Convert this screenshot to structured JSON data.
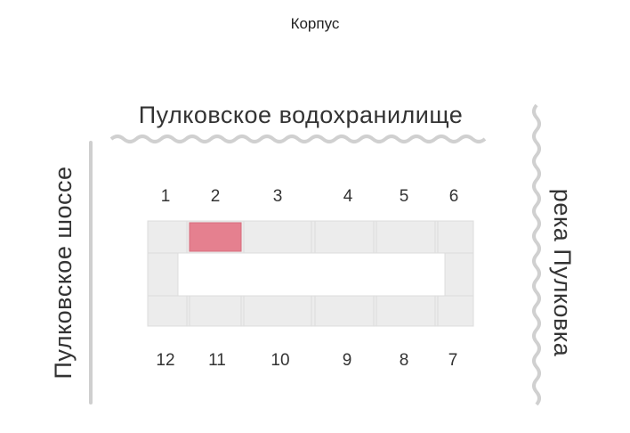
{
  "title": "Корпус",
  "labels": {
    "top": "Пулковское водохранилище",
    "left": "Пулковское шоссе",
    "right": "река Пулковка"
  },
  "sections": {
    "top": [
      "1",
      "2",
      "3",
      "4",
      "5",
      "6"
    ],
    "bottom": [
      "12",
      "11",
      "10",
      "9",
      "8",
      "7"
    ]
  },
  "selected_section": "2",
  "colors": {
    "selected": "#e5808f",
    "building": "#ececec",
    "water": "#d0d0d0",
    "road": "#cfcfcf"
  }
}
